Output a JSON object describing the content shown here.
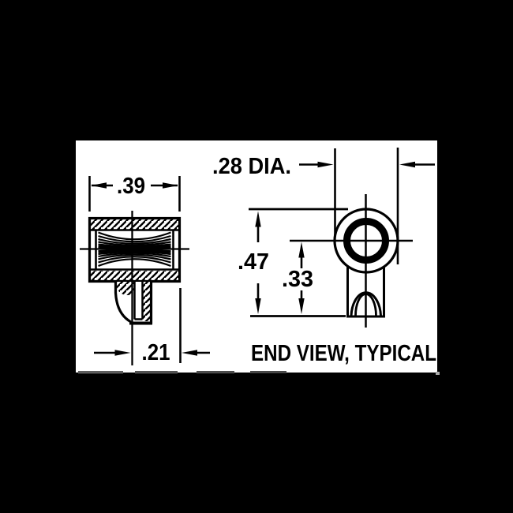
{
  "colors": {
    "background": "#000000",
    "sheet": "#ffffff",
    "ink": "#000000"
  },
  "side_view": {
    "width_dim": ".39",
    "tail_offset_dim": ".21"
  },
  "end_view": {
    "diameter_dim": ".28 DIA.",
    "overall_height_dim": ".47",
    "center_to_bottom_dim": ".33",
    "caption": "END VIEW, TYPICAL"
  }
}
